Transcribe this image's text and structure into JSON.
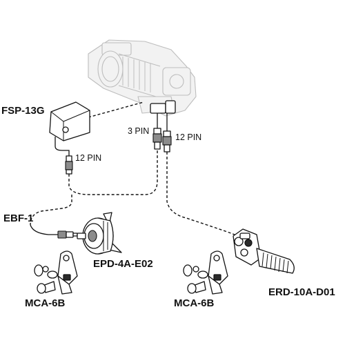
{
  "labels": {
    "fsp": "FSP-13G",
    "pin3": "3 PIN",
    "pin12_left": "12 PIN",
    "pin12_right": "12 PIN",
    "ebf": "EBF-1",
    "epd": "EPD-4A-E02",
    "mca_left": "MCA-6B",
    "mca_right": "MCA-6B",
    "erd": "ERD-10A-D01"
  }
}
